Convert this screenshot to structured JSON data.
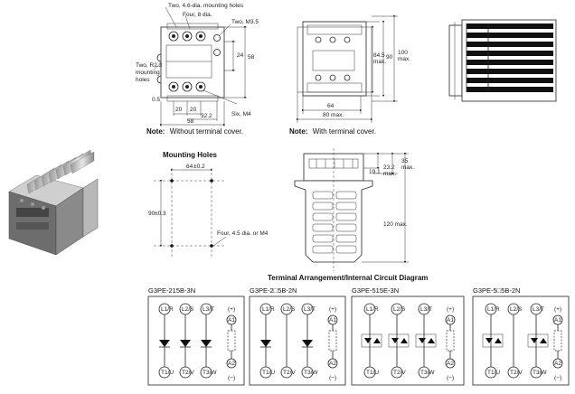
{
  "top_view": {
    "label_holes_46": "Two, 4.6-dia. mounting holes",
    "label_four_8": "Four, 8 dia.",
    "label_m35": "Two, M3.5",
    "label_r23_1": "Two, R2.3",
    "label_r23_2": "mounting",
    "label_r23_3": "holes",
    "label_six_m4": "Six, M4",
    "dim_24": "24",
    "dim_58v": "58",
    "dim_05": "0.5",
    "dim_20a": "20",
    "dim_20b": "20",
    "dim_322": "32.2",
    "dim_58h": "58",
    "note_prefix": "Note:",
    "note_text": "Without terminal cover."
  },
  "front_view": {
    "dim_845": "84.5",
    "dim_845b": "max.",
    "dim_90": "90",
    "dim_100": "100",
    "dim_100b": "max.",
    "dim_64": "64",
    "dim_80": "80 max.",
    "note_prefix": "Note:",
    "note_text": "With terminal cover."
  },
  "mounting_holes": {
    "title": "Mounting Holes",
    "dim_64": "64",
    "dim_64_tol": "±0.2",
    "dim_90": "90",
    "dim_90_tol": "±0.3",
    "label_four": "Four, 4.5 dia. or M4"
  },
  "side_view": {
    "dim_35": "35",
    "dim_35b": "max.",
    "dim_191": "19.1",
    "dim_232": "23.2",
    "dim_232b": "max.",
    "dim_120": "120 max."
  },
  "terminal_section": {
    "title": "Terminal Arrangement/Internal Circuit Diagram",
    "models": [
      {
        "name": "G3PE-215B-3N",
        "top": [
          "L1/R",
          "L2/S",
          "L3/T"
        ],
        "bottom": [
          "T1/U",
          "T2/V",
          "T3/W"
        ],
        "plus": "(+)",
        "minus": "(−)",
        "a1": "A1",
        "a2": "A2"
      },
      {
        "name": "G3PE-2□5B-2N",
        "top": [
          "L1/R",
          "L2/S",
          "L3/T"
        ],
        "bottom": [
          "T1/U",
          "T2/V",
          "T3/W"
        ],
        "plus": "(+)",
        "minus": "(−)",
        "a1": "A1",
        "a2": "A2"
      },
      {
        "name": "G3PE-515E-3N",
        "top": [
          "L1/R",
          "L2/S",
          "L3/T"
        ],
        "bottom": [
          "T1/U",
          "T2/V",
          "T3/W"
        ],
        "plus": "(+)",
        "minus": "(−)",
        "a1": "A1",
        "a2": "A2"
      },
      {
        "name": "G3PE-5□5B-2N",
        "top": [
          "L1/R",
          "L2/S",
          "L3/T"
        ],
        "bottom": [
          "T1/U",
          "T2/V",
          "T3/W"
        ],
        "plus": "(+)",
        "minus": "(−)",
        "a1": "A1",
        "a2": "A2"
      }
    ]
  }
}
